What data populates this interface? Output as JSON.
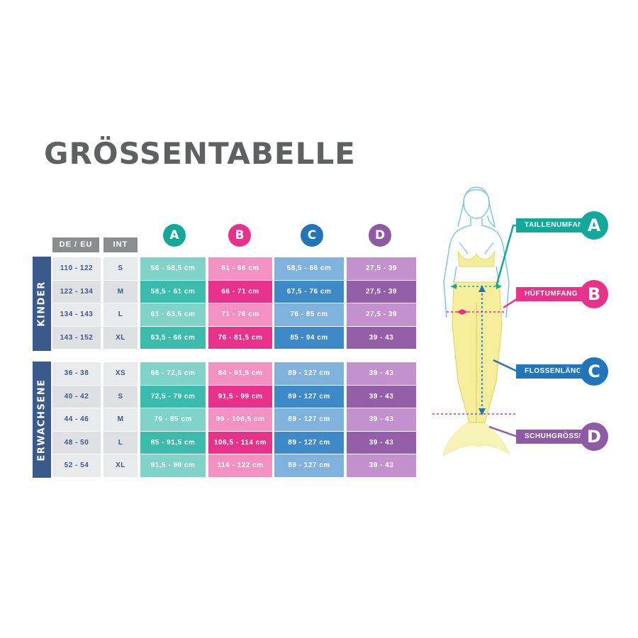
{
  "title": "GRÖSSENTABELLE",
  "headers": {
    "size": "DE / EU",
    "int": "INT"
  },
  "columns": [
    {
      "letter": "A",
      "color": "#14a89a"
    },
    {
      "letter": "B",
      "color": "#e8318a"
    },
    {
      "letter": "C",
      "color": "#2275b8"
    },
    {
      "letter": "D",
      "color": "#8e5aa3"
    }
  ],
  "groups": [
    {
      "label": "KINDER",
      "rows": [
        {
          "size": "110 - 122",
          "int": "S",
          "a": "56 - 58,5 cm",
          "b": "61 - 66 cm",
          "c": "58,5 - 66 cm",
          "d": "27,5 - 39"
        },
        {
          "size": "122 - 134",
          "int": "M",
          "a": "58,5 - 61 cm",
          "b": "66 - 71 cm",
          "c": "67,5 - 76 cm",
          "d": "27,5 - 39"
        },
        {
          "size": "134 - 143",
          "int": "L",
          "a": "61 - 63,5 cm",
          "b": "71 - 76 cm",
          "c": "76 - 85 cm",
          "d": "27,5 - 39"
        },
        {
          "size": "143 - 152",
          "int": "XL",
          "a": "63,5 - 66 cm",
          "b": "76 - 81,5 cm",
          "c": "85 - 94 cm",
          "d": "39 - 43"
        }
      ]
    },
    {
      "label": "ERWACHSENE",
      "rows": [
        {
          "size": "36 - 38",
          "int": "XS",
          "a": "66 - 72,5 cm",
          "b": "84 - 91,5 cm",
          "c": "89 - 127 cm",
          "d": "39 - 43"
        },
        {
          "size": "40 - 42",
          "int": "S",
          "a": "72,5 - 79 cm",
          "b": "91,5 - 99 cm",
          "c": "89 - 127 cm",
          "d": "39 - 43"
        },
        {
          "size": "44 - 46",
          "int": "M",
          "a": "79 - 85 cm",
          "b": "99 - 106,5 cm",
          "c": "89 - 127 cm",
          "d": "39 - 43"
        },
        {
          "size": "48 - 50",
          "int": "L",
          "a": "85 - 91,5 cm",
          "b": "106,5 - 114 cm",
          "c": "89 - 127 cm",
          "d": "39 - 43"
        },
        {
          "size": "52 - 54",
          "int": "XL",
          "a": "91,5 - 98 cm",
          "b": "114 - 122 cm",
          "c": "89 - 127 cm",
          "d": "39 - 43"
        }
      ]
    }
  ],
  "callouts": [
    {
      "label": "TAILLENUMFANG",
      "letter": "A",
      "color": "#14a89a"
    },
    {
      "label": "HÜFTUMFANG",
      "letter": "B",
      "color": "#e8318a"
    },
    {
      "label": "FLOSSENLÄNGE",
      "letter": "C",
      "color": "#2275b8"
    },
    {
      "label": "SCHUHGRÖSSE",
      "letter": "D",
      "color": "#8e5aa3"
    }
  ]
}
